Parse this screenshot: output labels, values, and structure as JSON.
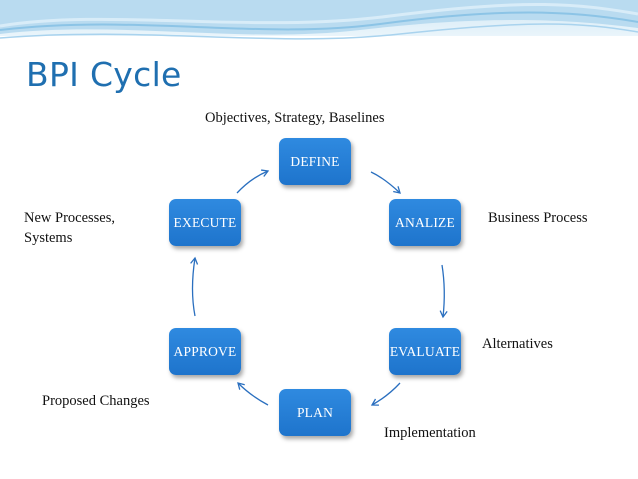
{
  "slide": {
    "title": "BPI Cycle"
  },
  "cycle": {
    "steps": [
      "DEFINE",
      "ANALIZE",
      "EVALUATE",
      "PLAN",
      "APPROVE",
      "EXECUTE"
    ]
  },
  "annotations": {
    "define": "Objectives, Strategy, Baselines",
    "analize": "Business Process",
    "evaluate": "Alternatives",
    "plan": "Implementation",
    "approve": "Proposed Changes",
    "execute_line1": "New Processes,",
    "execute_line2": "Systems"
  },
  "colors": {
    "title": "#1f6fb0",
    "box": "#2680d8",
    "arrow": "#2a6fbf"
  }
}
